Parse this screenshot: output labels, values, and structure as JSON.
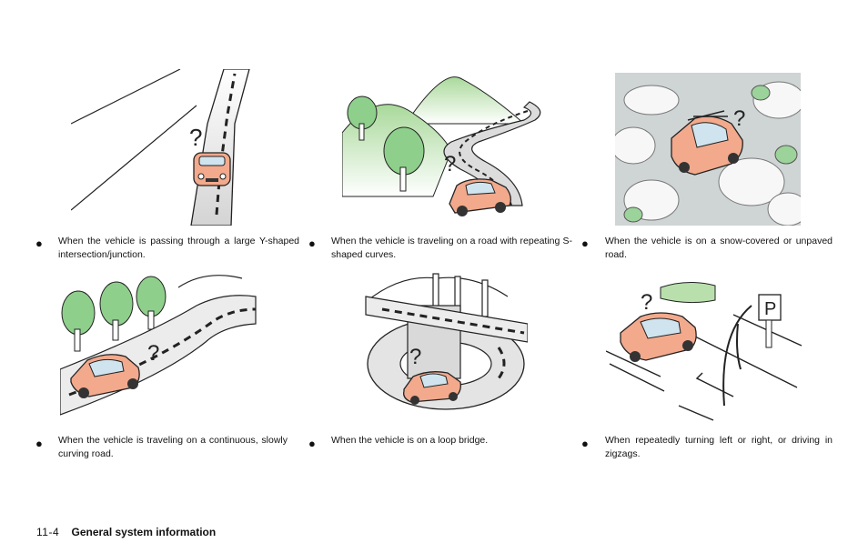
{
  "captions": [
    "When the vehicle is passing through a large Y-shaped intersection/junction.",
    "When the vehicle is traveling on a road with repeating S-shaped curves.",
    "When the vehicle is on a snow-covered or unpaved road.",
    "When the vehicle is traveling on a continuous, slowly curving road.",
    "When the vehicle is on a loop bridge.",
    "When repeatedly turning left or right, or driving in zigzags."
  ],
  "bullet_glyph": "●",
  "question_mark": "?",
  "parking_sign_letter": "P",
  "footer": {
    "page_number": "11-4",
    "section_title": "General system information"
  },
  "colors": {
    "car_body": "#f2a98c",
    "car_window": "#cfe4ee",
    "tree_green": "#8fcf8c",
    "hill_green": "#b9e0ac",
    "road_gray": "#dcdcdc",
    "snow_gray": "#cfd4d4",
    "line": "#222222"
  }
}
